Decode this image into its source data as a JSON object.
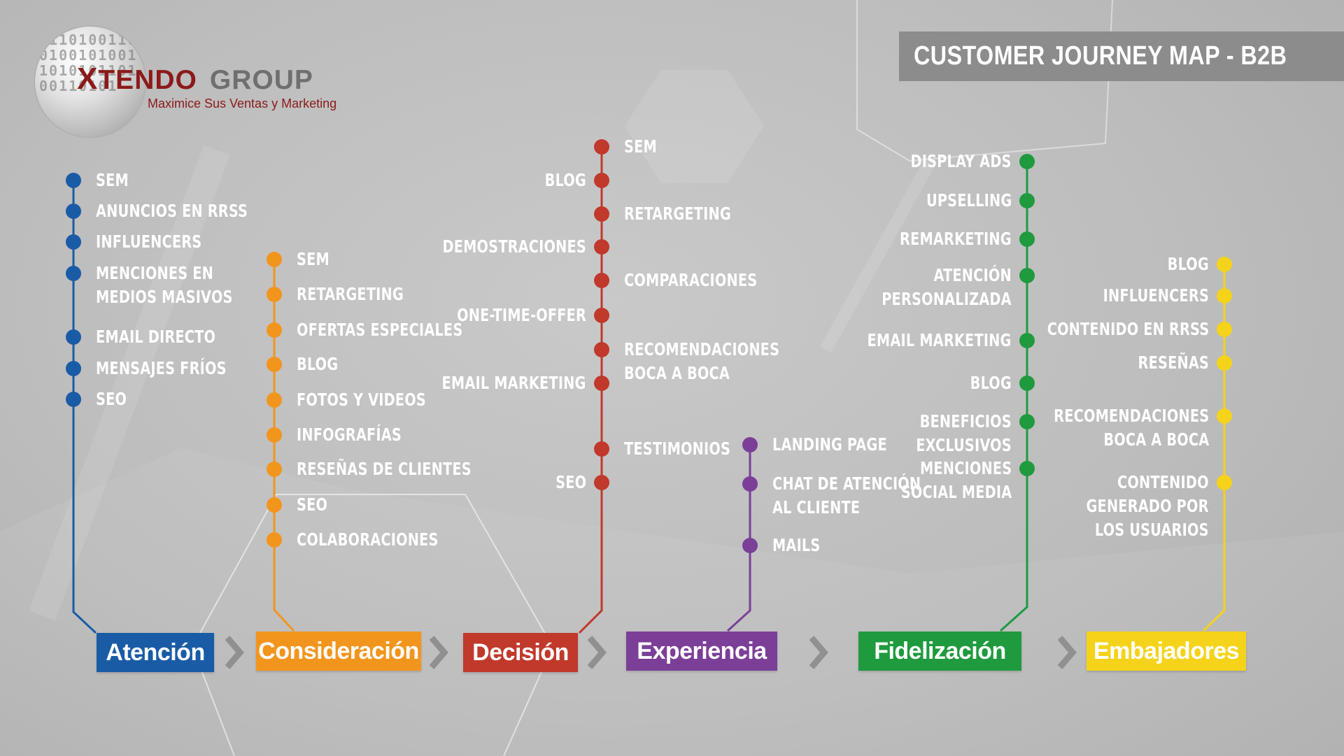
{
  "title": "CUSTOMER JOURNEY MAP - B2B",
  "logo": {
    "digits": "01101001100100101001101010110100110101",
    "x": "X",
    "tendo": "TENDO",
    "group": "GROUP",
    "tagline": "Maximice Sus Ventas y Marketing",
    "color": "#8b1a1a"
  },
  "stages": [
    {
      "label": "Atención",
      "color": "#1a5ba6",
      "items": [
        "SEM",
        "ANUNCIOS EN RRSS",
        "INFLUENCERS",
        "MENCIONES EN\nMEDIOS MASIVOS",
        "EMAIL DIRECTO",
        "MENSAJES FRÍOS",
        "SEO"
      ]
    },
    {
      "label": "Consideración",
      "color": "#f2951d",
      "items": [
        "SEM",
        "RETARGETING",
        "OFERTAS ESPECIALES",
        "BLOG",
        "FOTOS Y VIDEOS",
        "INFOGRAFÍAS",
        "RESEÑAS DE CLIENTES",
        "SEO",
        "COLABORACIONES"
      ]
    },
    {
      "label": "Decisión",
      "color": "#c0392b",
      "items": [
        "SEM",
        "BLOG",
        "RETARGETING",
        "DEMOSTRACIONES",
        "COMPARACIONES",
        "ONE-TIME-OFFER",
        "RECOMENDACIONES\nBOCA A BOCA",
        "EMAIL MARKETING",
        "TESTIMONIOS",
        "SEO"
      ]
    },
    {
      "label": "Experiencia",
      "color": "#7b3f98",
      "items": [
        "LANDING PAGE",
        "CHAT DE ATENCIÓN\nAL CLIENTE",
        "MAILS"
      ]
    },
    {
      "label": "Fidelización",
      "color": "#1f9a3e",
      "items": [
        "DISPLAY ADS",
        "UPSELLING",
        "REMARKETING",
        "ATENCIÓN\nPERSONALIZADA",
        "EMAIL MARKETING",
        "BLOG",
        "BENEFICIOS\nEXCLUSIVOS",
        "MENCIONES\nSOCIAL MEDIA"
      ]
    },
    {
      "label": "Embajadores",
      "color": "#f4d31a",
      "items": [
        "BLOG",
        "INFLUENCERS",
        "CONTENIDO EN RRSS",
        "RESEÑAS",
        "RECOMENDACIONES\nBOCA A BOCA",
        "CONTENIDO\nGENERADO POR\nLOS USUARIOS"
      ]
    }
  ],
  "chevron_color": "#909090"
}
